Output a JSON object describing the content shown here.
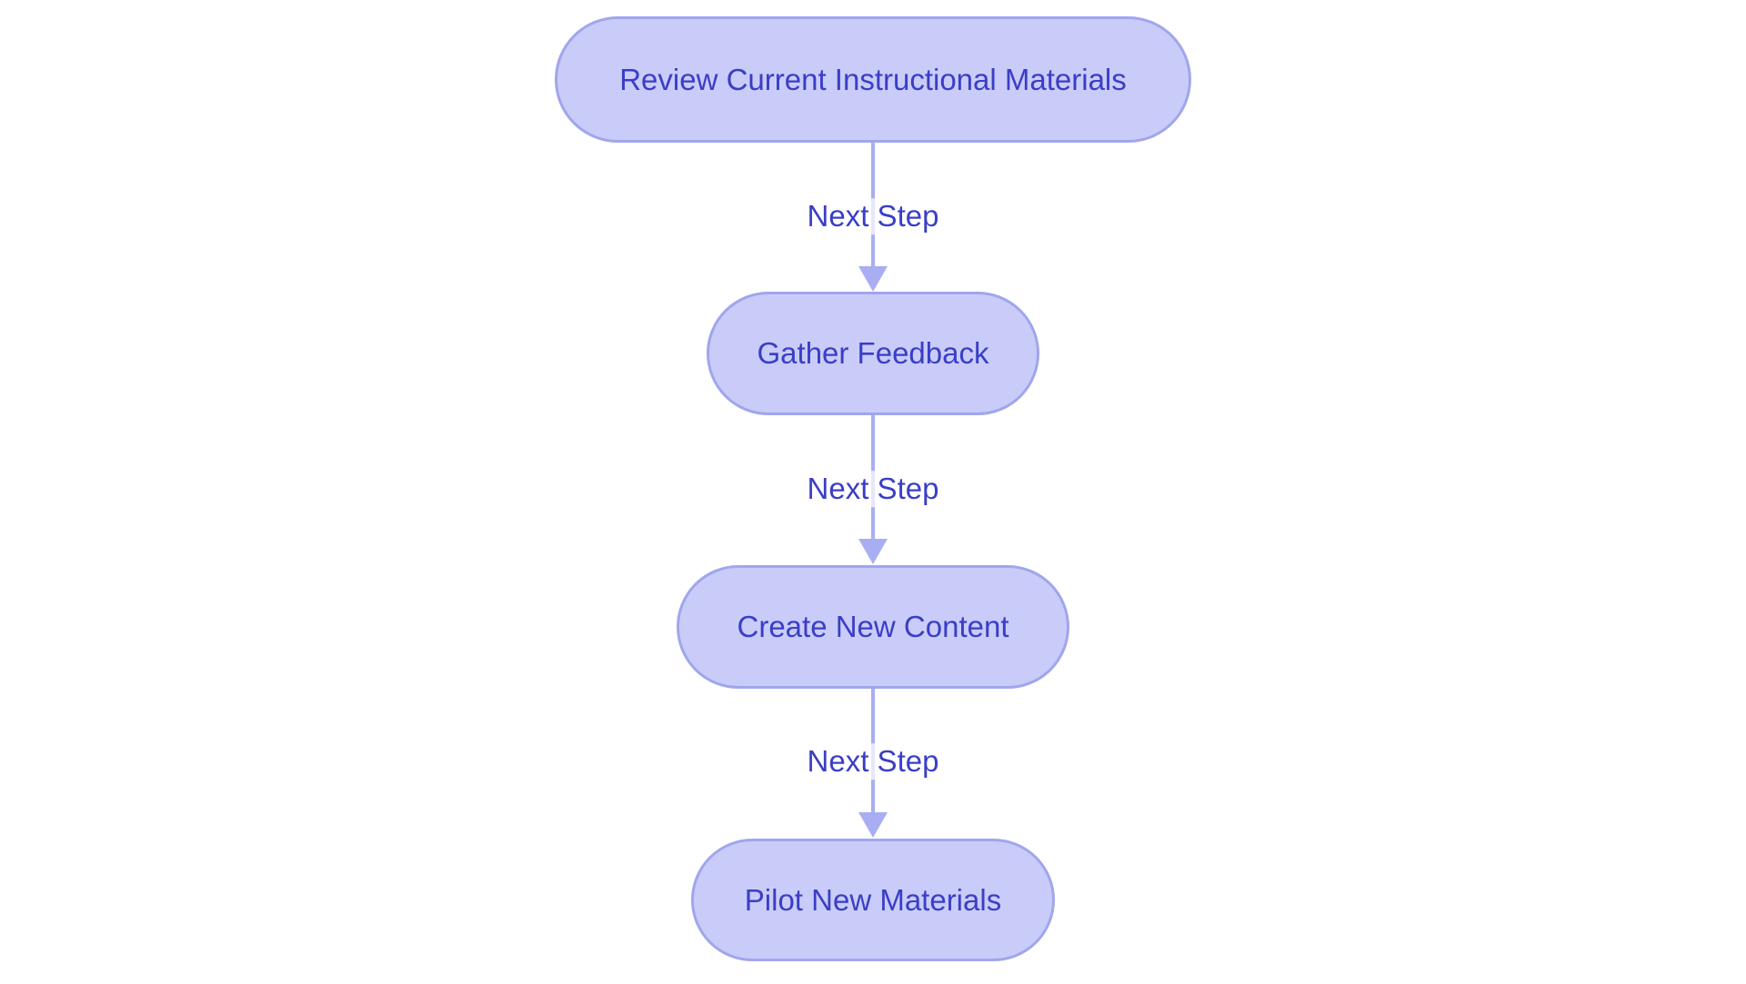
{
  "flowchart": {
    "type": "vertical-flowchart",
    "background_color": "#ffffff",
    "colors": {
      "node_fill": "#c9ccf8",
      "node_border": "#a0a6ec",
      "edge_line": "#a9aef2",
      "node_text": "#3a3ec6",
      "edge_text": "#3a3ec8"
    },
    "nodes": [
      {
        "label": "Review Current Instructional Materials"
      },
      {
        "label": "Gather Feedback"
      },
      {
        "label": "Create New Content"
      },
      {
        "label": "Pilot New Materials"
      }
    ],
    "edges": [
      {
        "from": 0,
        "to": 1,
        "label": "Next Step"
      },
      {
        "from": 1,
        "to": 2,
        "label": "Next Step"
      },
      {
        "from": 2,
        "to": 3,
        "label": "Next Step"
      }
    ]
  }
}
